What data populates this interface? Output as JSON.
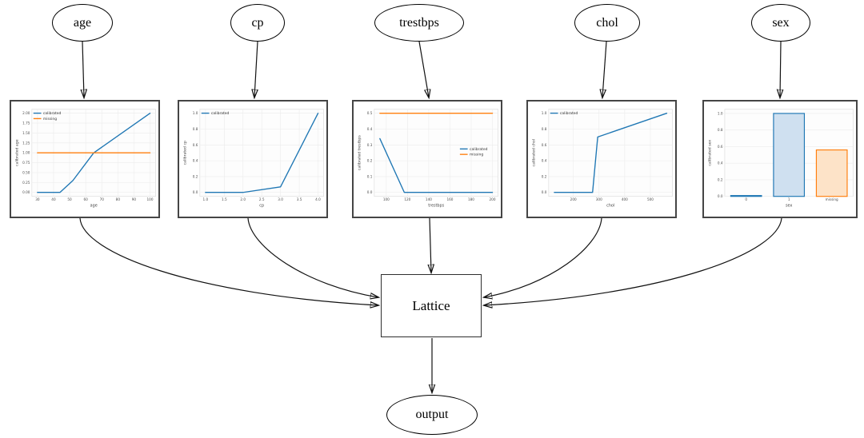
{
  "nodes": {
    "inputs": [
      {
        "id": "age",
        "label": "age"
      },
      {
        "id": "cp",
        "label": "cp"
      },
      {
        "id": "trestbps",
        "label": "trestbps"
      },
      {
        "id": "chol",
        "label": "chol"
      },
      {
        "id": "sex",
        "label": "sex"
      }
    ],
    "lattice": {
      "label": "Lattice"
    },
    "output": {
      "label": "output"
    }
  },
  "colors": {
    "calibrated_line": "#1f77b4",
    "missing_line": "#ff7f0e",
    "calibrated_bar_fill": "#cfe0f0",
    "missing_bar_fill": "#fde3c8",
    "grid": "#ececec",
    "plot_frame": "#dcdcdc",
    "tick_text": "#4d4d4d",
    "edge_stroke": "#111111"
  },
  "chart_data": [
    {
      "feature": "age",
      "type": "line",
      "xlabel": "age",
      "ylabel": "calibrated age",
      "xlim": [
        26.5,
        103.5
      ],
      "ylim": [
        -0.1,
        2.1
      ],
      "grid": true,
      "xticks": [
        30,
        40,
        50,
        60,
        70,
        80,
        90,
        100
      ],
      "xtick_labels": [
        "30",
        "40",
        "50",
        "60",
        "70",
        "80",
        "90",
        "100"
      ],
      "yticks": [
        0,
        0.25,
        0.5,
        0.75,
        1.0,
        1.25,
        1.5,
        1.75,
        2.0
      ],
      "ytick_labels": [
        "0.00",
        "0.25",
        "0.50",
        "0.75",
        "1.00",
        "1.25",
        "1.50",
        "1.75",
        "2.00"
      ],
      "legend": {
        "position": "upper-left",
        "entries": [
          {
            "label": "calibrated",
            "color": "#1f77b4"
          },
          {
            "label": "missing",
            "color": "#ff7f0e"
          }
        ]
      },
      "series": [
        {
          "name": "calibrated",
          "color": "#1f77b4",
          "points": [
            [
              30,
              0
            ],
            [
              44,
              0
            ],
            [
              52,
              0.3
            ],
            [
              65,
              1.0
            ],
            [
              100,
              2.0
            ]
          ]
        },
        {
          "name": "missing",
          "color": "#ff7f0e",
          "points": [
            [
              30,
              1.0
            ],
            [
              100,
              1.0
            ]
          ]
        }
      ]
    },
    {
      "feature": "cp",
      "type": "line",
      "xlabel": "cp",
      "ylabel": "calibrated cp",
      "xlim": [
        0.85,
        4.15
      ],
      "ylim": [
        -0.05,
        1.05
      ],
      "grid": true,
      "xticks": [
        1.0,
        1.5,
        2.0,
        2.5,
        3.0,
        3.5,
        4.0
      ],
      "xtick_labels": [
        "1.0",
        "1.5",
        "2.0",
        "2.5",
        "3.0",
        "3.5",
        "4.0"
      ],
      "yticks": [
        0,
        0.2,
        0.4,
        0.6,
        0.8,
        1.0
      ],
      "ytick_labels": [
        "0.0",
        "0.2",
        "0.4",
        "0.6",
        "0.8",
        "1.0"
      ],
      "legend": {
        "position": "upper-left",
        "entries": [
          {
            "label": "calibrated",
            "color": "#1f77b4"
          }
        ]
      },
      "series": [
        {
          "name": "calibrated",
          "color": "#1f77b4",
          "points": [
            [
              1,
              0
            ],
            [
              2,
              0
            ],
            [
              3,
              0.07
            ],
            [
              4,
              1.0
            ]
          ]
        }
      ]
    },
    {
      "feature": "trestbps",
      "type": "line",
      "xlabel": "trestbps",
      "ylabel": "calibrated trestbps",
      "xlim": [
        88.7,
        205.3
      ],
      "ylim": [
        -0.025,
        0.525
      ],
      "grid": true,
      "xticks": [
        100,
        120,
        140,
        160,
        180,
        200
      ],
      "xtick_labels": [
        "100",
        "120",
        "140",
        "160",
        "180",
        "200"
      ],
      "yticks": [
        0,
        0.1,
        0.2,
        0.3,
        0.4,
        0.5
      ],
      "ytick_labels": [
        "0.0",
        "0.1",
        "0.2",
        "0.3",
        "0.4",
        "0.5"
      ],
      "legend": {
        "position": "center-right",
        "entries": [
          {
            "label": "calibrated",
            "color": "#1f77b4"
          },
          {
            "label": "missing",
            "color": "#ff7f0e"
          }
        ]
      },
      "series": [
        {
          "name": "calibrated",
          "color": "#1f77b4",
          "points": [
            [
              94,
              0.34
            ],
            [
              117,
              0
            ],
            [
              200,
              0
            ]
          ]
        },
        {
          "name": "missing",
          "color": "#ff7f0e",
          "points": [
            [
              94,
              0.5
            ],
            [
              200,
              0.5
            ]
          ]
        }
      ]
    },
    {
      "feature": "chol",
      "type": "line",
      "xlabel": "chol",
      "ylabel": "calibrated chol",
      "xlim": [
        104,
        586
      ],
      "ylim": [
        -0.05,
        1.05
      ],
      "grid": true,
      "xticks": [
        200,
        300,
        400,
        500
      ],
      "xtick_labels": [
        "200",
        "300",
        "400",
        "500"
      ],
      "yticks": [
        0,
        0.2,
        0.4,
        0.6,
        0.8,
        1.0
      ],
      "ytick_labels": [
        "0.0",
        "0.2",
        "0.4",
        "0.6",
        "0.8",
        "1.0"
      ],
      "legend": {
        "position": "upper-left",
        "entries": [
          {
            "label": "calibrated",
            "color": "#1f77b4"
          }
        ]
      },
      "series": [
        {
          "name": "calibrated",
          "color": "#1f77b4",
          "points": [
            [
              126,
              0
            ],
            [
              275,
              0
            ],
            [
              295,
              0.7
            ],
            [
              564,
              1.0
            ]
          ]
        }
      ]
    },
    {
      "feature": "sex",
      "type": "bar",
      "xlabel": "sex",
      "ylabel": "calibrated sex",
      "ylim": [
        0,
        1.05
      ],
      "grid": true,
      "categories": [
        "0",
        "1",
        "missing"
      ],
      "values": [
        0.01,
        1.0,
        0.56
      ],
      "yticks": [
        0,
        0.2,
        0.4,
        0.6,
        0.8,
        1.0
      ],
      "ytick_labels": [
        "0.0",
        "0.2",
        "0.4",
        "0.6",
        "0.8",
        "1.0"
      ],
      "bars": [
        {
          "fill": "#cfe0f0",
          "edge": "#1f77b4"
        },
        {
          "fill": "#cfe0f0",
          "edge": "#1f77b4"
        },
        {
          "fill": "#fde3c8",
          "edge": "#ff7f0e"
        }
      ]
    }
  ]
}
